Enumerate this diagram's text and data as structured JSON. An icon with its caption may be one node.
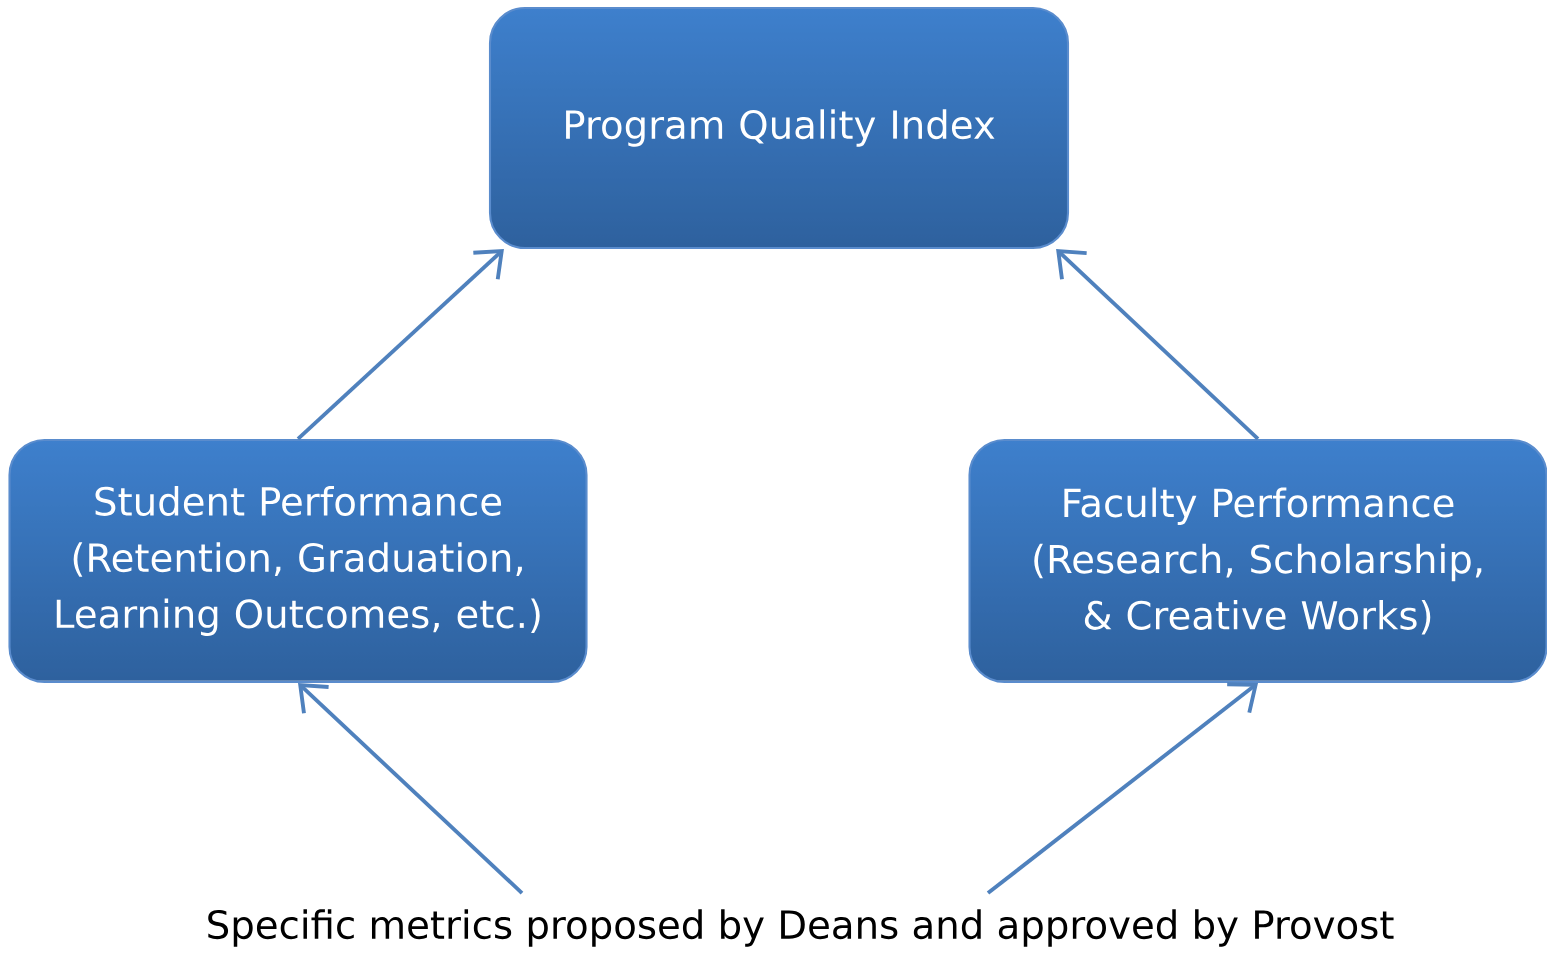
{
  "diagram": {
    "nodes": [
      {
        "text": [
          "Program Quality Index"
        ]
      },
      {
        "text": [
          "Student Performance",
          "(Retention, Graduation, Learning Outcomes, etc.)"
        ]
      },
      {
        "text": [
          "Faculty Performance",
          "(Research, Scholarship, & Creative Works)"
        ]
      },
      {
        "text": [
          "Specific metrics proposed by Deans and approved by Provost"
        ]
      }
    ],
    "edges": [
      {
        "from": 1,
        "to": 0,
        "arrow": "to"
      },
      {
        "from": 2,
        "to": 0,
        "arrow": "to"
      },
      {
        "from": 3,
        "to": 1,
        "arrow": "to"
      },
      {
        "from": 3,
        "to": 2,
        "arrow": "to"
      }
    ]
  }
}
